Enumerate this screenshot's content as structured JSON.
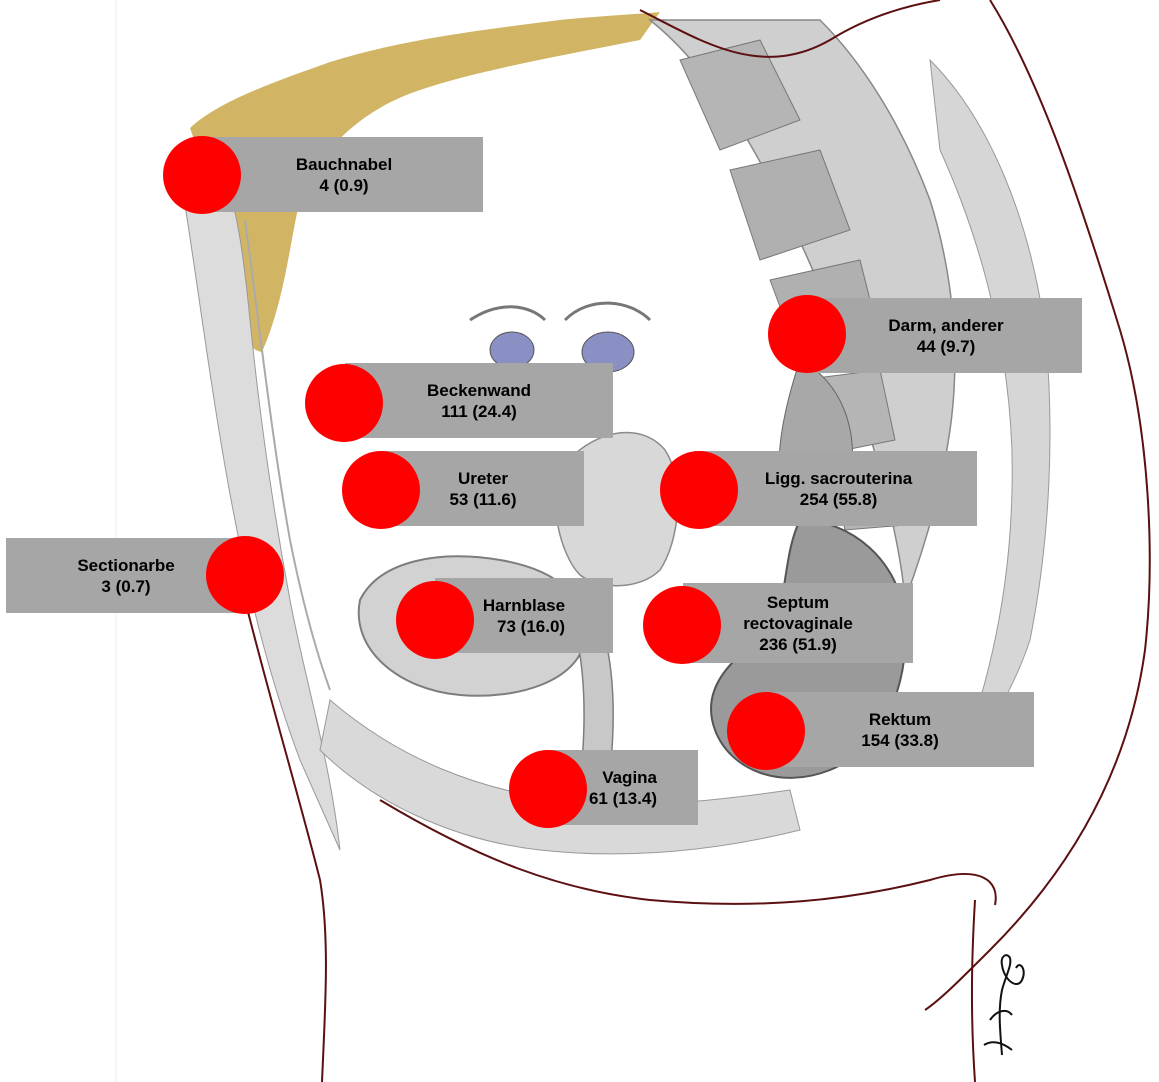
{
  "colors": {
    "marker": "#ff0000",
    "label_box": "#a6a6a6",
    "outline": "#5c1010"
  },
  "sites": [
    {
      "id": "bauchnabel",
      "name": "Bauchnabel",
      "value": "4 (0.9)"
    },
    {
      "id": "darm-anderer",
      "name": "Darm, anderer",
      "value": "44 (9.7)"
    },
    {
      "id": "beckenwand",
      "name": "Beckenwand",
      "value": "111 (24.4)"
    },
    {
      "id": "ureter",
      "name": "Ureter",
      "value": "53 (11.6)"
    },
    {
      "id": "ligg-sacrouterina",
      "name": "Ligg. sacrouterina",
      "value": "254 (55.8)"
    },
    {
      "id": "sectionarbe",
      "name": "Sectionarbe",
      "value": "3 (0.7)"
    },
    {
      "id": "harnblase",
      "name": "Harnblase",
      "value": "73 (16.0)"
    },
    {
      "id": "septum-rectovaginale",
      "name": "Septum rectovaginale",
      "name_lines": [
        "Septum",
        "rectovaginale"
      ],
      "value": "236 (51.9)"
    },
    {
      "id": "rektum",
      "name": "Rektum",
      "value": "154 (33.8)"
    },
    {
      "id": "vagina",
      "name": "Vagina",
      "value": "61 (13.4)"
    }
  ]
}
